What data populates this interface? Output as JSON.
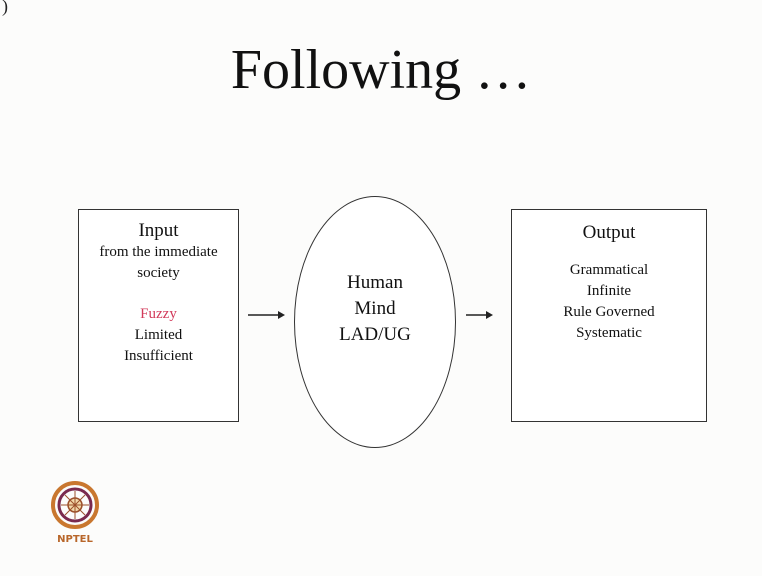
{
  "slide": {
    "title": "Following …",
    "corner_mark": ")"
  },
  "input_box": {
    "heading": "Input",
    "line1": "from the immediate",
    "line2": "society",
    "items": [
      "Fuzzy",
      "Limited",
      "Insufficient"
    ],
    "highlight_color": "#d23a5a"
  },
  "mind": {
    "lines": [
      "Human",
      "Mind",
      "LAD/UG"
    ]
  },
  "output_box": {
    "heading": "Output",
    "items": [
      "Grammatical",
      "Infinite",
      "Rule Governed",
      "Systematic"
    ]
  },
  "logo": {
    "text": "NPTEL",
    "icon": "nptel-logo-icon"
  }
}
